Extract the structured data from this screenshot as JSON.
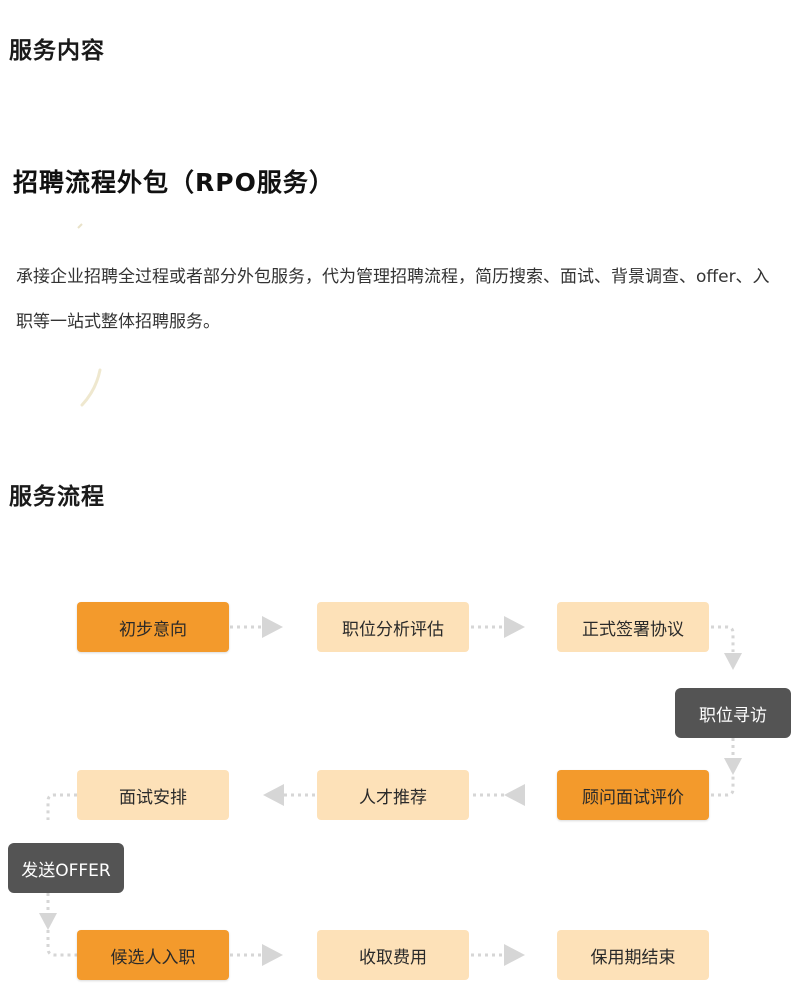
{
  "sections": {
    "content_title": "服务内容",
    "process_title": "服务流程"
  },
  "service": {
    "title": "招聘流程外包（RPO服务）",
    "description": "承接企业招聘全过程或者部分外包服务，代为管理招聘流程，简历搜索、面试、背景调查、offer、入职等一站式整体招聘服务。"
  },
  "flow": {
    "steps": [
      {
        "label": "初步意向",
        "style": "dark"
      },
      {
        "label": "职位分析评估",
        "style": "light"
      },
      {
        "label": "正式签署协议",
        "style": "light"
      },
      {
        "label": "职位寻访",
        "style": "gray"
      },
      {
        "label": "顾问面试评价",
        "style": "dark"
      },
      {
        "label": "人才推荐",
        "style": "light"
      },
      {
        "label": "面试安排",
        "style": "light"
      },
      {
        "label": "发送OFFER",
        "style": "gray"
      },
      {
        "label": "候选人入职",
        "style": "dark"
      },
      {
        "label": "收取费用",
        "style": "light"
      },
      {
        "label": "保用期结束",
        "style": "light"
      }
    ],
    "colors": {
      "dark": "#f39a2c",
      "light": "#fde1b8",
      "gray": "#545454",
      "connector": "#d6d6d6"
    }
  }
}
